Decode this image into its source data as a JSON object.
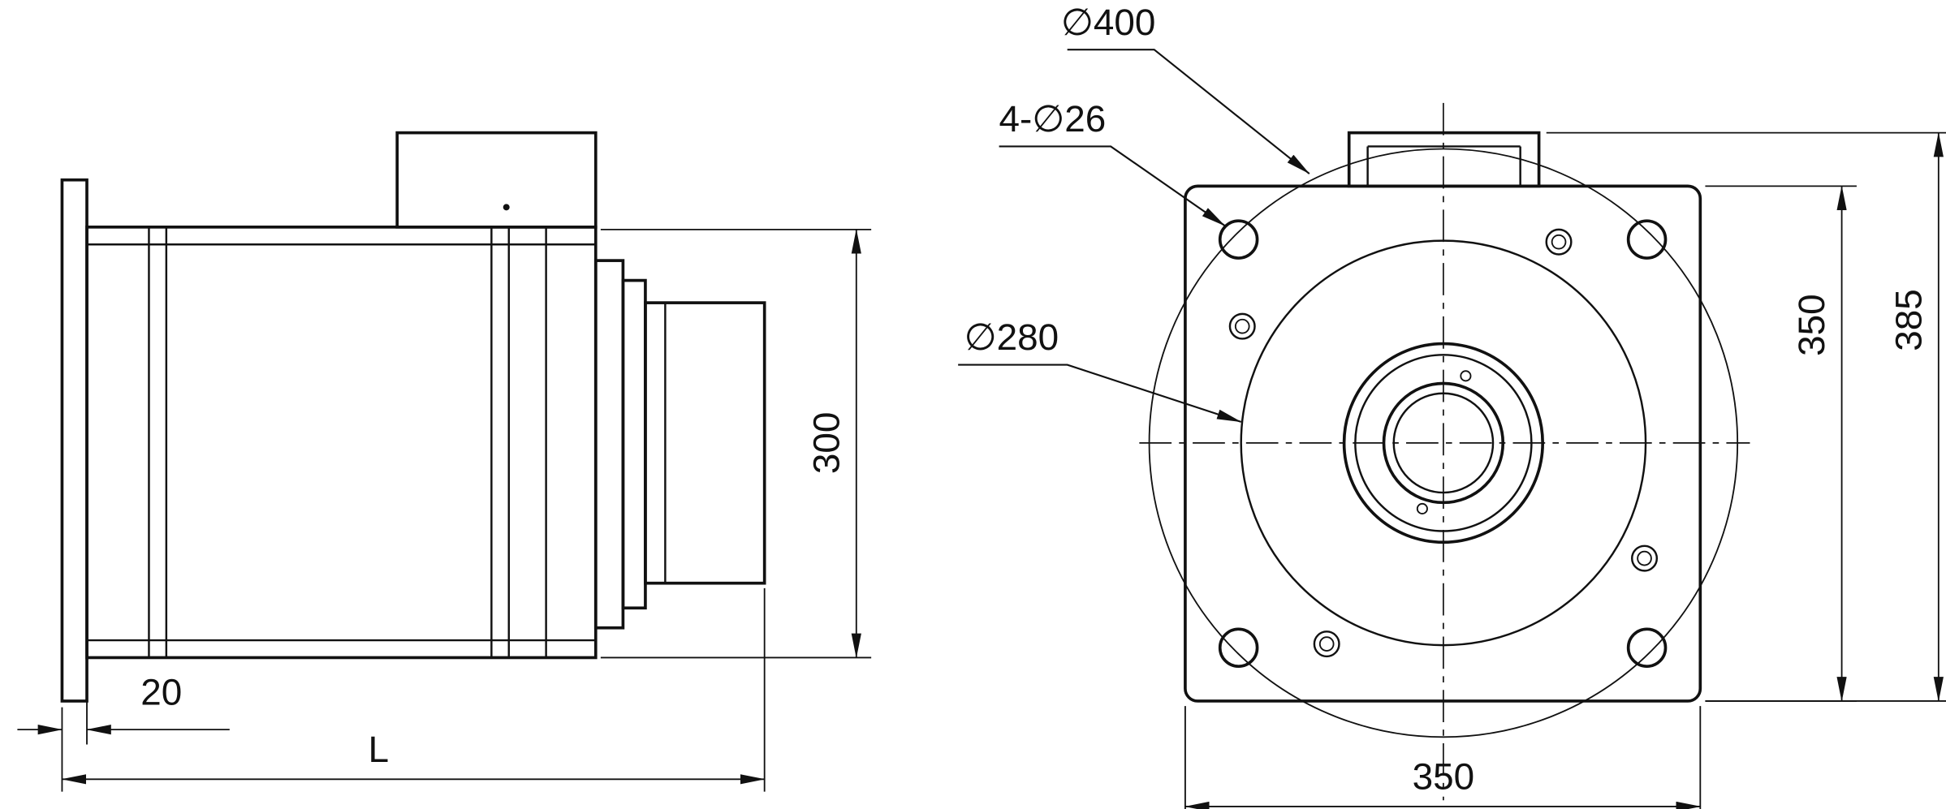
{
  "colors": {
    "line": "#111111",
    "background": "#ffffff"
  },
  "side_view": {
    "dim_height": "300",
    "dim_flange_thickness": "20",
    "dim_length": "L"
  },
  "front_view": {
    "label_outer_diameter": "∅400",
    "label_corner_holes": "4-∅26",
    "label_pilot_diameter": "∅280",
    "dim_height": "350",
    "dim_overall_height": "385",
    "dim_width": "350"
  }
}
